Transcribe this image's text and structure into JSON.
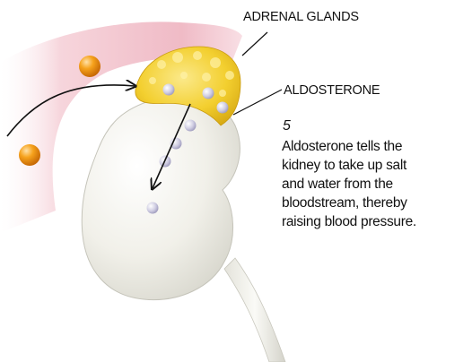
{
  "labels": {
    "adrenal_glands": "ADRENAL GLANDS",
    "aldosterone": "ALDOSTERONE"
  },
  "step": {
    "number": "5",
    "caption_lines": [
      "Aldosterone tells the",
      "kidney to take up salt",
      "and water from the",
      "bloodstream, thereby",
      "raising blood pressure."
    ]
  },
  "colors": {
    "blood_vessel": "#f3c7cf",
    "adrenal_gland": "#f2cc2e",
    "kidney": "#efeee6",
    "hormone_orb": "#f29a16",
    "aldosterone_molecule": "#c9c6de",
    "arrow": "#111111"
  }
}
